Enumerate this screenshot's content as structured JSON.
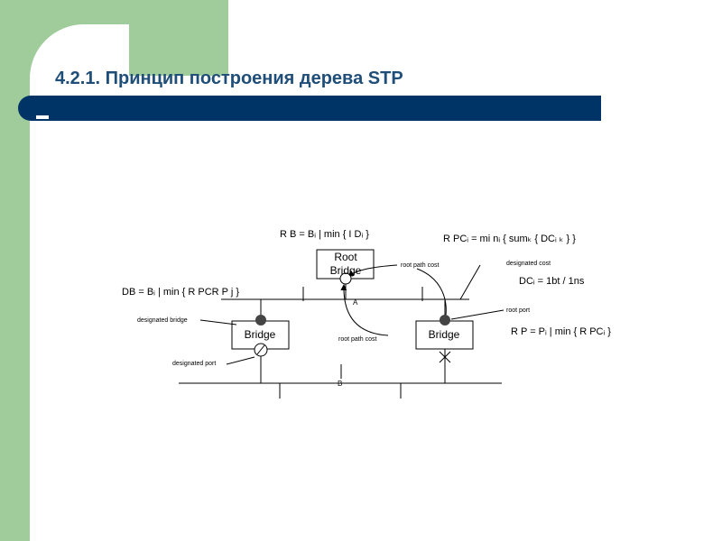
{
  "title": "4.2.1. Принцип построения дерева STP",
  "colors": {
    "side_band": "#9fcc9a",
    "title_text": "#1f4e79",
    "title_bar": "#003366"
  },
  "diagram": {
    "root_bridge": [
      "Root",
      "Bridge"
    ],
    "bridge_left": "Bridge",
    "bridge_right": "Bridge",
    "segment_a": "A",
    "segment_b": "B",
    "labels": {
      "root_path_cost_top": "root path cost",
      "root_path_cost_mid": "root path cost",
      "designated_cost": "designated cost",
      "root_port": "root port",
      "designated_bridge": "designated bridge",
      "designated_port": "designated port"
    },
    "formulas": {
      "rb": "R B = Bᵢ   |   min  { I Dᵢ }",
      "rpc": "R PCᵢ = mi nᵢ { sumₖ   { DCᵢ ₖ } }",
      "dc": "DCᵢ = 1bt / 1ns",
      "db": "DB = Bᵢ   |   min   { R PCR P j }",
      "rp": "R P = Pᵢ   |   min  { R PCᵢ }"
    }
  }
}
